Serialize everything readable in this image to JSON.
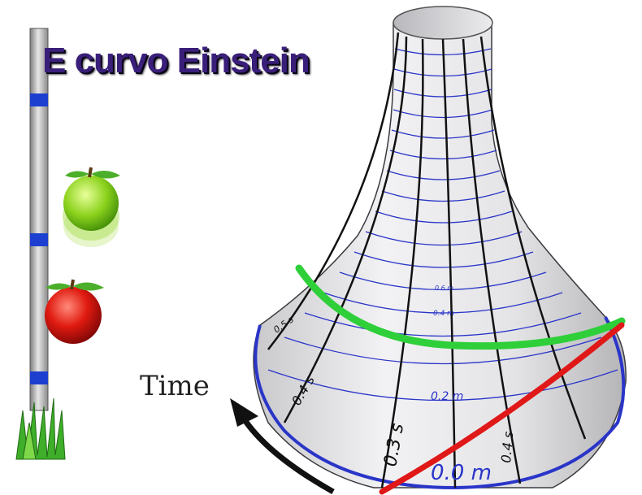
{
  "title": "E curvo Einstein",
  "time_label": "Time",
  "funnel_labels": {
    "distances": [
      "0.0 m",
      "0.2 m",
      "0.4 m",
      "0.6 m"
    ],
    "times": [
      "0.3 s",
      "0.4 s",
      "0.5 s",
      "0.4 s"
    ]
  },
  "colors": {
    "title": "#3a1f7a",
    "funnel_surface": "#e8e8ea",
    "distance_rings": "#2a35c8",
    "time_lines": "#111111",
    "green_path": "#2fcf3a",
    "red_path": "#e01818",
    "pole_marks": "#1d3fd0"
  },
  "icons": [
    "pole",
    "green-apple",
    "red-apple",
    "grass",
    "curved-arrow"
  ]
}
